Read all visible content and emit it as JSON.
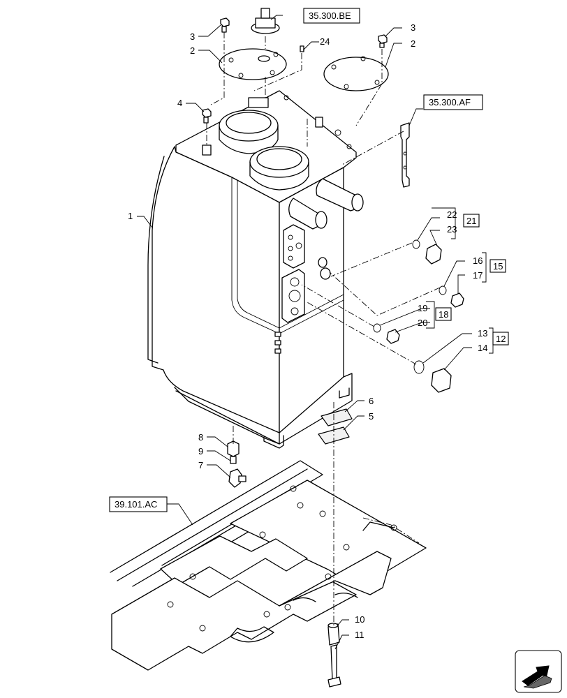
{
  "references": {
    "ref_top": "35.300.BE",
    "ref_right": "35.300.AF",
    "ref_frame": "39.101.AC"
  },
  "callouts": {
    "n1": "1",
    "n2a": "2",
    "n2b": "2",
    "n3a": "3",
    "n3b": "3",
    "n4": "4",
    "n5": "5",
    "n6": "6",
    "n7": "7",
    "n8": "8",
    "n9": "9",
    "n10": "10",
    "n11": "11",
    "n12": "12",
    "n13": "13",
    "n14": "14",
    "n15": "15",
    "n16": "16",
    "n17": "17",
    "n18": "18",
    "n19": "19",
    "n20": "20",
    "n21": "21",
    "n22": "22",
    "n23": "23",
    "n24": "24"
  },
  "icons": {
    "nav": "arrow-direction-icon"
  }
}
